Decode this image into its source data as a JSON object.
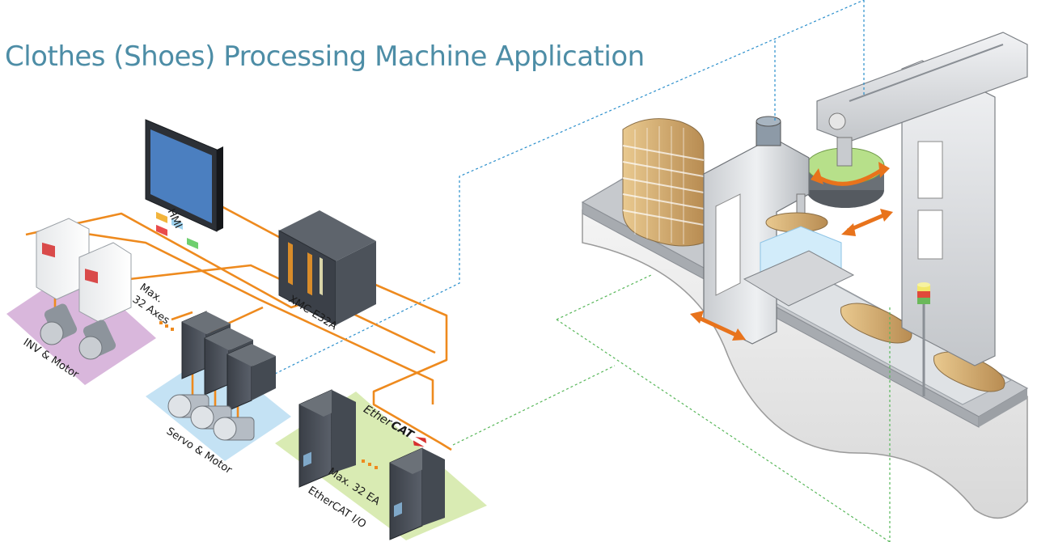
{
  "title": "Clothes (Shoes) Processing Machine Application",
  "labels": {
    "hmi": "HMI",
    "controller": "XMC-E32A",
    "inv": "INV & Motor",
    "servo": "Servo & Motor",
    "max_axes_1": "Max.",
    "max_axes_2": "32 Axes",
    "max_ea": "Max. 32 EA",
    "io": "EtherCAT I/O",
    "ethercat_logo_1": "Ether",
    "ethercat_logo_2": "CAT"
  },
  "colors": {
    "title": "#4d8da6",
    "wire": "#ee8a1e",
    "inv_zone": "#d9b7dc",
    "servo_zone": "#c4e2f4",
    "io_zone": "#d9ebb3",
    "link_blue": "#2b8fcc",
    "link_green": "#58b75a",
    "arrow": "#e8731c"
  }
}
